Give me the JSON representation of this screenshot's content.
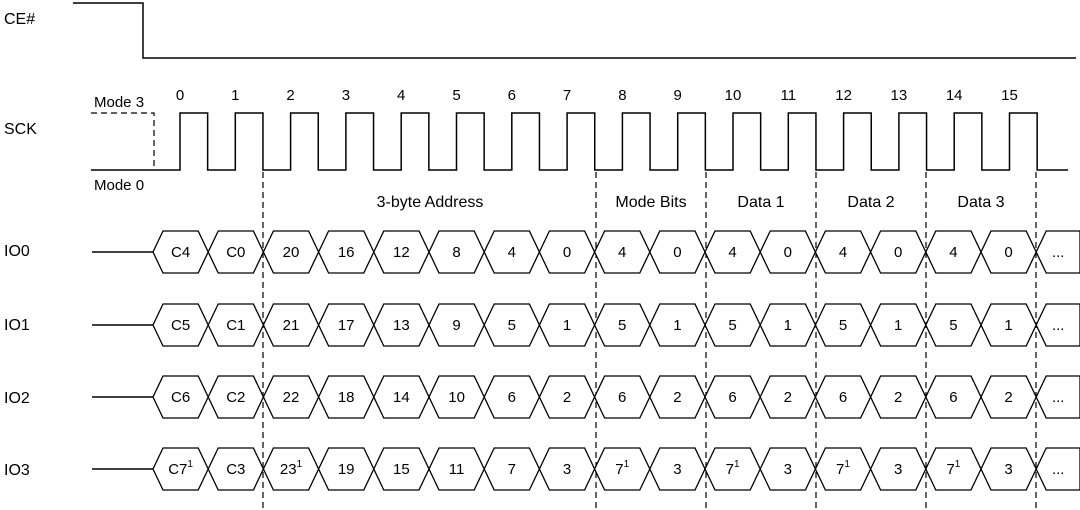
{
  "signals": {
    "ce": "CE#",
    "sck": "SCK",
    "io": [
      "IO0",
      "IO1",
      "IO2",
      "IO3"
    ]
  },
  "modes": {
    "mode3": "Mode 3",
    "mode0": "Mode 0"
  },
  "clock_numbers": [
    "0",
    "1",
    "2",
    "3",
    "4",
    "5",
    "6",
    "7",
    "8",
    "9",
    "10",
    "11",
    "12",
    "13",
    "14",
    "15"
  ],
  "sections": [
    "3-byte Address",
    "Mode Bits",
    "Data 1",
    "Data 2",
    "Data 3"
  ],
  "cells": [
    [
      {
        "t": "C4"
      },
      {
        "t": "C0"
      },
      {
        "t": "20"
      },
      {
        "t": "16"
      },
      {
        "t": "12"
      },
      {
        "t": "8"
      },
      {
        "t": "4"
      },
      {
        "t": "0"
      },
      {
        "t": "4"
      },
      {
        "t": "0"
      },
      {
        "t": "4"
      },
      {
        "t": "0"
      },
      {
        "t": "4"
      },
      {
        "t": "0"
      },
      {
        "t": "4"
      },
      {
        "t": "0"
      },
      {
        "t": "..."
      }
    ],
    [
      {
        "t": "C5"
      },
      {
        "t": "C1"
      },
      {
        "t": "21"
      },
      {
        "t": "17"
      },
      {
        "t": "13"
      },
      {
        "t": "9"
      },
      {
        "t": "5"
      },
      {
        "t": "1"
      },
      {
        "t": "5"
      },
      {
        "t": "1"
      },
      {
        "t": "5"
      },
      {
        "t": "1"
      },
      {
        "t": "5"
      },
      {
        "t": "1"
      },
      {
        "t": "5"
      },
      {
        "t": "1"
      },
      {
        "t": "..."
      }
    ],
    [
      {
        "t": "C6"
      },
      {
        "t": "C2"
      },
      {
        "t": "22"
      },
      {
        "t": "18"
      },
      {
        "t": "14"
      },
      {
        "t": "10"
      },
      {
        "t": "6"
      },
      {
        "t": "2"
      },
      {
        "t": "6"
      },
      {
        "t": "2"
      },
      {
        "t": "6"
      },
      {
        "t": "2"
      },
      {
        "t": "6"
      },
      {
        "t": "2"
      },
      {
        "t": "6"
      },
      {
        "t": "2"
      },
      {
        "t": "..."
      }
    ],
    [
      {
        "t": "C7",
        "sup": "1"
      },
      {
        "t": "C3"
      },
      {
        "t": "23",
        "sup": "1"
      },
      {
        "t": "19"
      },
      {
        "t": "15"
      },
      {
        "t": "11"
      },
      {
        "t": "7"
      },
      {
        "t": "3"
      },
      {
        "t": "7",
        "sup": "1"
      },
      {
        "t": "3"
      },
      {
        "t": "7",
        "sup": "1"
      },
      {
        "t": "3"
      },
      {
        "t": "7",
        "sup": "1"
      },
      {
        "t": "3"
      },
      {
        "t": "7",
        "sup": "1"
      },
      {
        "t": "3"
      },
      {
        "t": "..."
      }
    ]
  ]
}
